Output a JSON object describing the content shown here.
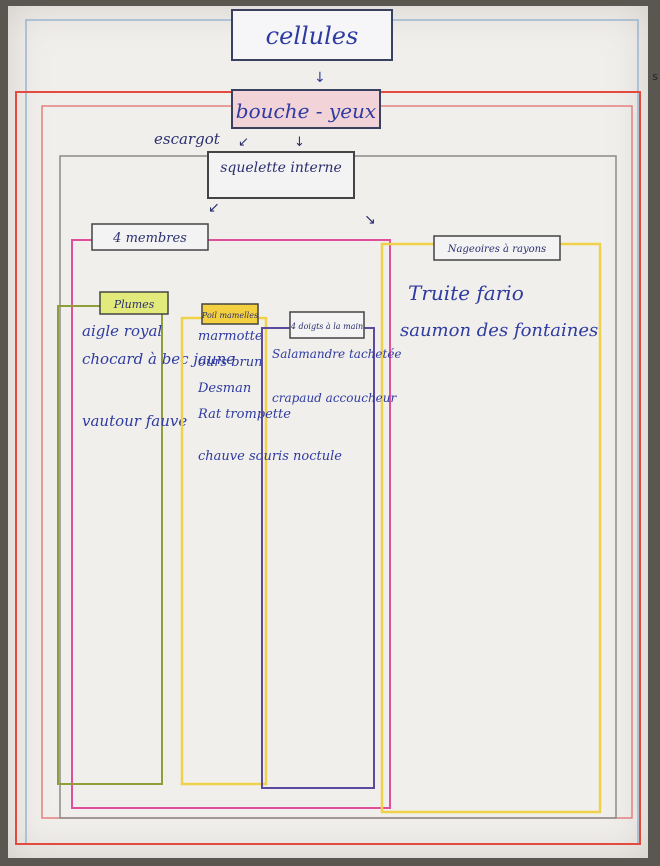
{
  "top_node": "cellules",
  "level2": "bouche - yeux",
  "escargot": "escargot",
  "skeleton": "squelette interne",
  "four_limbs": "4 membres",
  "fins": "Nageoires à rayons",
  "feathers": {
    "header": "Plumes",
    "items": [
      "aigle royal",
      "chocard à bec jaune",
      "vautour fauve"
    ]
  },
  "hair": {
    "header": "Poil mamelles",
    "items": [
      "marmotte",
      "ours brun",
      "Desman",
      "Rat trompette",
      "chauve souris noctule"
    ]
  },
  "fingers": {
    "header": "4 doigts à la main",
    "items": [
      "Salamandre tachetée",
      "crapaud accoucheur"
    ]
  },
  "fish": {
    "items": [
      "Truite fario",
      "saumon des fontaines"
    ]
  },
  "side_mark": "s",
  "colors": {
    "paper": "#f1efec",
    "ink": "#2e3ba0",
    "red": "#e34b3c",
    "yellow": "#f0d24a",
    "purple": "#5b4aa0",
    "olive": "#8f9e3a"
  }
}
